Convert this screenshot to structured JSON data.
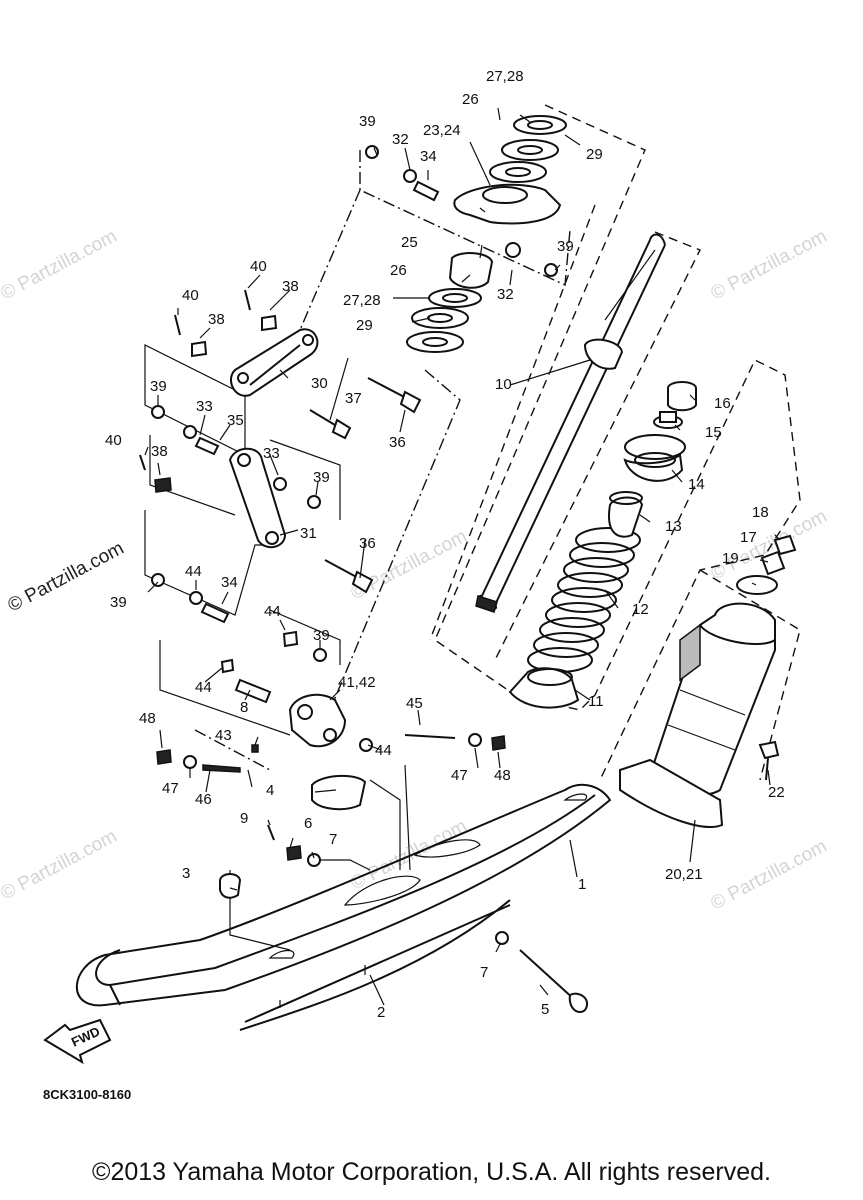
{
  "diagram_code": "8CK3100-8160",
  "copyright": "©2013 Yamaha Motor Corporation, U.S.A. All rights reserved.",
  "fwd_label": "FWD",
  "watermark": "© Partzilla.com",
  "callouts": [
    {
      "id": "c1",
      "label": "1"
    },
    {
      "id": "c2",
      "label": "2"
    },
    {
      "id": "c3",
      "label": "3"
    },
    {
      "id": "c4",
      "label": "4"
    },
    {
      "id": "c5",
      "label": "5"
    },
    {
      "id": "c6",
      "label": "6"
    },
    {
      "id": "c7a",
      "label": "7"
    },
    {
      "id": "c7b",
      "label": "7"
    },
    {
      "id": "c8",
      "label": "8"
    },
    {
      "id": "c9",
      "label": "9"
    },
    {
      "id": "c10",
      "label": "10"
    },
    {
      "id": "c11",
      "label": "11"
    },
    {
      "id": "c12",
      "label": "12"
    },
    {
      "id": "c13",
      "label": "13"
    },
    {
      "id": "c14",
      "label": "14"
    },
    {
      "id": "c15",
      "label": "15"
    },
    {
      "id": "c16",
      "label": "16"
    },
    {
      "id": "c17",
      "label": "17"
    },
    {
      "id": "c18",
      "label": "18"
    },
    {
      "id": "c19",
      "label": "19"
    },
    {
      "id": "c2021",
      "label": "20,21"
    },
    {
      "id": "c22",
      "label": "22"
    },
    {
      "id": "c2324",
      "label": "23,24"
    },
    {
      "id": "c25",
      "label": "25"
    },
    {
      "id": "c26a",
      "label": "26"
    },
    {
      "id": "c26b",
      "label": "26"
    },
    {
      "id": "c2728a",
      "label": "27,28"
    },
    {
      "id": "c2728b",
      "label": "27,28"
    },
    {
      "id": "c29a",
      "label": "29"
    },
    {
      "id": "c29b",
      "label": "29"
    },
    {
      "id": "c30",
      "label": "30"
    },
    {
      "id": "c31",
      "label": "31"
    },
    {
      "id": "c32a",
      "label": "32"
    },
    {
      "id": "c32b",
      "label": "32"
    },
    {
      "id": "c33a",
      "label": "33"
    },
    {
      "id": "c33b",
      "label": "33"
    },
    {
      "id": "c34a",
      "label": "34"
    },
    {
      "id": "c34b",
      "label": "34"
    },
    {
      "id": "c35",
      "label": "35"
    },
    {
      "id": "c36a",
      "label": "36"
    },
    {
      "id": "c36b",
      "label": "36"
    },
    {
      "id": "c37",
      "label": "37"
    },
    {
      "id": "c38a",
      "label": "38"
    },
    {
      "id": "c38b",
      "label": "38"
    },
    {
      "id": "c38c",
      "label": "38"
    },
    {
      "id": "c39a",
      "label": "39"
    },
    {
      "id": "c39b",
      "label": "39"
    },
    {
      "id": "c39c",
      "label": "39"
    },
    {
      "id": "c39d",
      "label": "39"
    },
    {
      "id": "c39e",
      "label": "39"
    },
    {
      "id": "c39f",
      "label": "39"
    },
    {
      "id": "c40a",
      "label": "40"
    },
    {
      "id": "c40b",
      "label": "40"
    },
    {
      "id": "c40c",
      "label": "40"
    },
    {
      "id": "c4142",
      "label": "41,42"
    },
    {
      "id": "c43",
      "label": "43"
    },
    {
      "id": "c44a",
      "label": "44"
    },
    {
      "id": "c44b",
      "label": "44"
    },
    {
      "id": "c44c",
      "label": "44"
    },
    {
      "id": "c44d",
      "label": "44"
    },
    {
      "id": "c45",
      "label": "45"
    },
    {
      "id": "c46",
      "label": "46"
    },
    {
      "id": "c47a",
      "label": "47"
    },
    {
      "id": "c47b",
      "label": "47"
    },
    {
      "id": "c48a",
      "label": "48"
    },
    {
      "id": "c48b",
      "label": "48"
    }
  ]
}
